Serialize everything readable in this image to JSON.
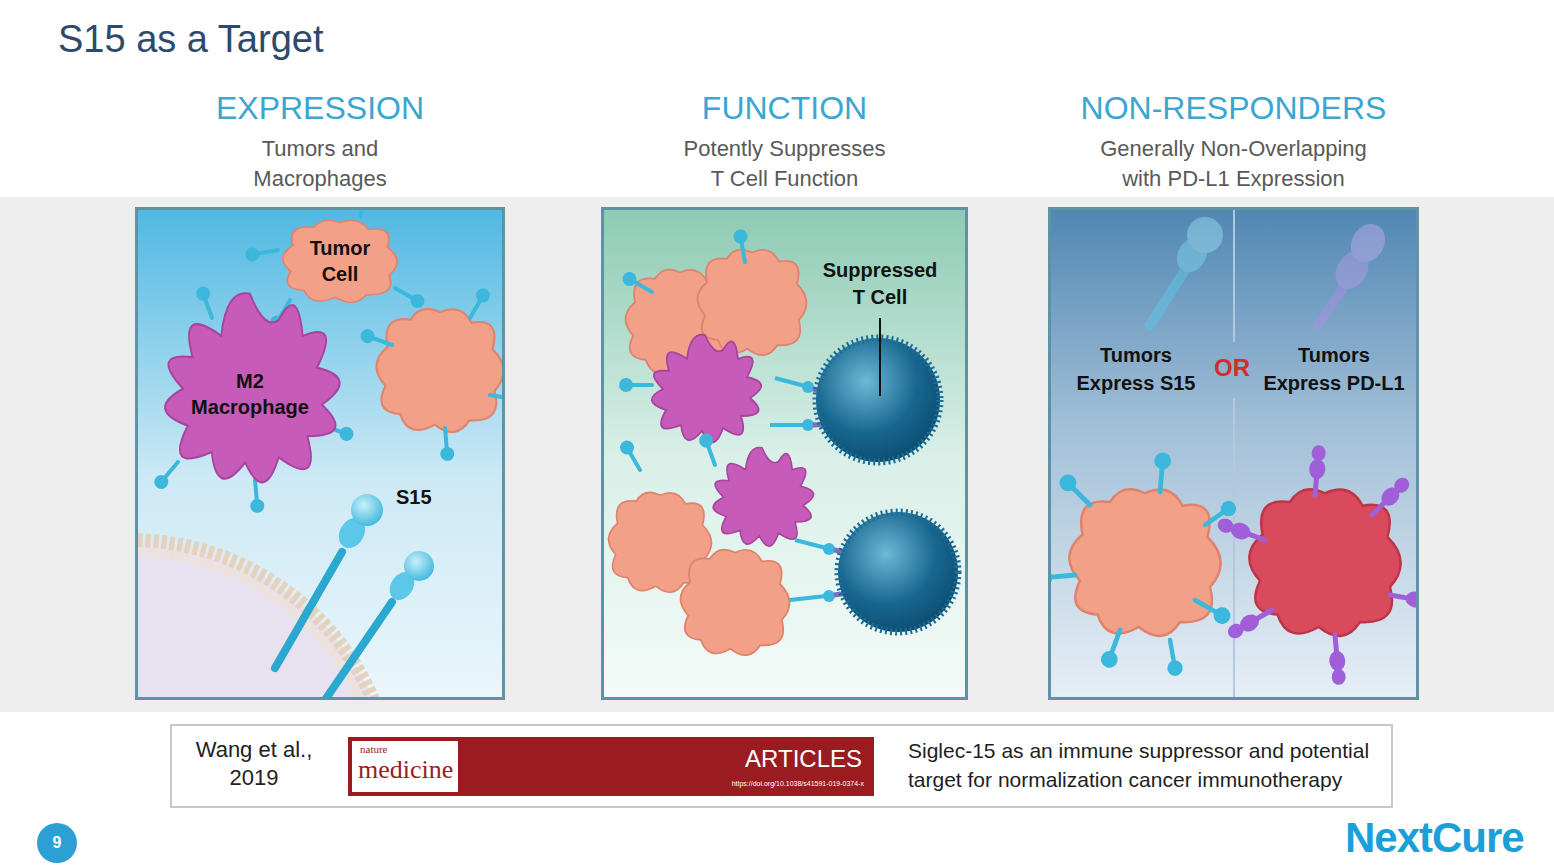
{
  "diagram": {
    "title": "S15 as a Target",
    "nodes": [
      {
        "text": [
          "EXPRESSION",
          "Tumors and Macrophages"
        ]
      },
      {
        "text": [
          "Tumor Cell"
        ],
        "in": 0
      },
      {
        "text": [
          "M2 Macrophage"
        ],
        "in": 0
      },
      {
        "text": [
          "FUNCTION",
          "Potently Suppresses T Cell Function"
        ]
      },
      {
        "text": [
          "NON-RESPONDERS",
          "Generally Non-Overlapping with PD-L1 Expression"
        ]
      },
      {
        "text": [
          "Wang et al., 2019",
          "Siglec-15 as an immune suppressor and potential target for normalization cancer immunotherapy"
        ]
      },
      {
        "text": [
          "nature",
          "medicine",
          "ARTICLES",
          "https://doi.org/10.1038/s41591-019-0374-x"
        ],
        "in": 5
      },
      {
        "text": [
          "9"
        ]
      }
    ],
    "labels": [
      "S15",
      "Suppressed T Cell",
      "Tumors Express S15",
      "OR",
      "Tumors Express PD-L1",
      "NextCure"
    ]
  }
}
